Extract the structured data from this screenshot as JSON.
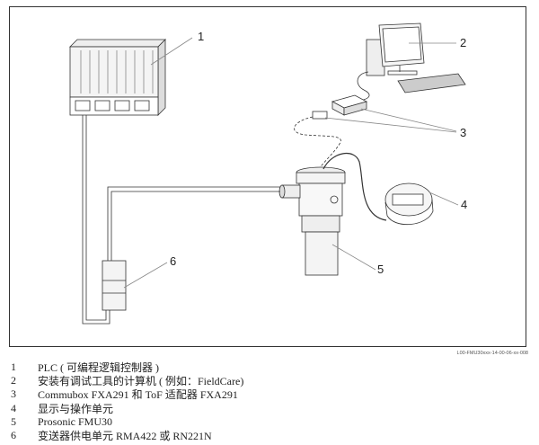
{
  "figure": {
    "id_code": "L00-FMU30xxx-14-00-06-xx-008",
    "callouts": [
      "1",
      "2",
      "3",
      "4",
      "5",
      "6"
    ]
  },
  "legend": [
    {
      "num": "1",
      "text": "PLC ( 可编程逻辑控制器 )"
    },
    {
      "num": "2",
      "text": "安装有调试工具的计算机 ( 例如：FieldCare)"
    },
    {
      "num": "3",
      "text": "Commubox FXA291 和 ToF 适配器 FXA291"
    },
    {
      "num": "4",
      "text": "显示与操作单元"
    },
    {
      "num": "5",
      "text": "Prosonic FMU30"
    },
    {
      "num": "6",
      "text": "变送器供电单元 RMA422 或 RN221N"
    }
  ]
}
